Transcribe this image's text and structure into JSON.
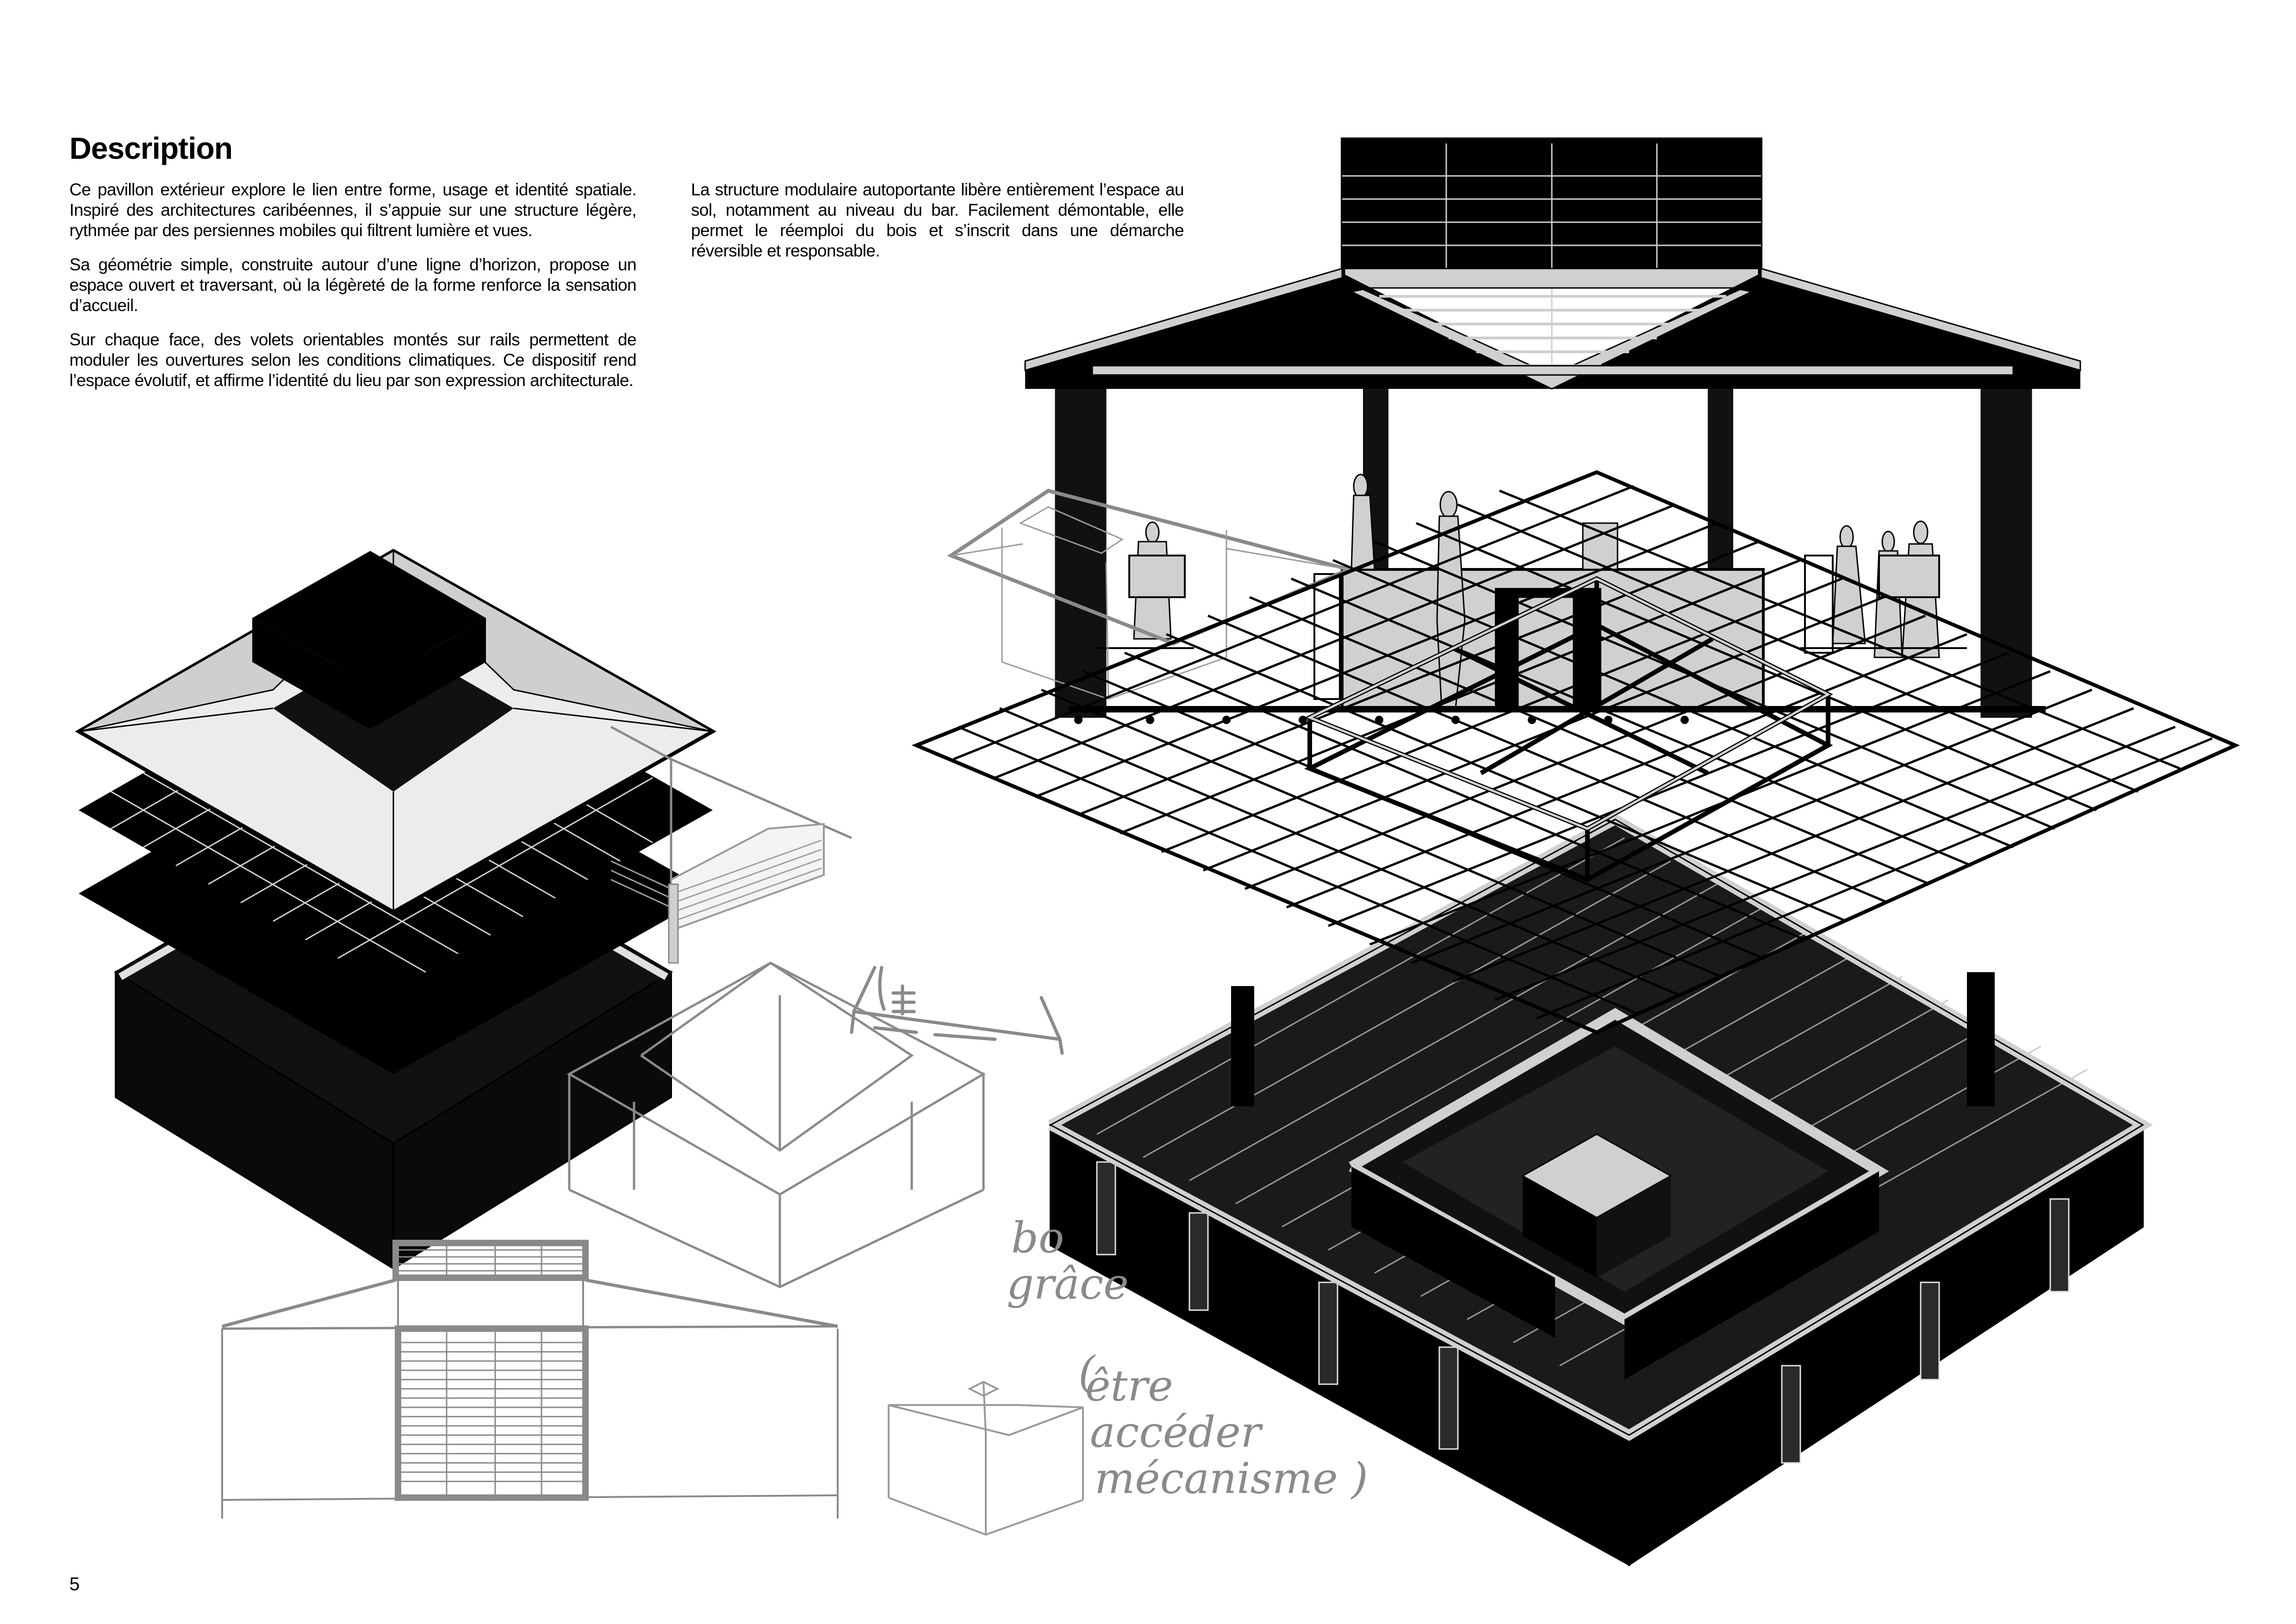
{
  "page": {
    "title": "Description",
    "page_number": "5"
  },
  "text": {
    "column_1": [
      "Ce pavillon extérieur explore le lien entre forme, usage et identité spatiale. Inspiré des architectures caribéennes, il s’appuie sur une structure légère, rythmée par des persiennes mobiles qui filtrent lumière et vues.",
      "Sa géométrie simple, construite autour d’une ligne d’horizon, propose un espace ouvert et traversant, où la légèreté de la forme renforce la sensation d’accueil.",
      "Sur chaque face, des volets orientables montés sur rails permettent de moduler les ouvertures selon les conditions climatiques. Ce dispositif rend l’espace évolutif, et affirme l’identité du lieu par son expression architecturale."
    ],
    "column_2": [
      "La structure modulaire autoportante libère entièrement l’espace au sol, notamment au niveau du bar. Facilement démontable, elle permet le réemploi du bois et s’inscrit dans une démarche réversible et responsable."
    ]
  },
  "drawings": {
    "section_elevation": "pavilion-section-with-bar",
    "exploded_axonometric": "exploded-layers-roof-structure-floor",
    "structure_axonometric": "roof-grid-and-floor-with-bar",
    "sketches": [
      "roof-sketch",
      "pavilion-corner-sketch",
      "hip-roof-box-sketch",
      "front-elevation-sketch",
      "small-box-sketch",
      "arrows-sketch"
    ]
  },
  "annotations": {
    "handwritten": [
      "bo",
      "grâce",
      "(",
      "être",
      "accéder",
      "mécanisme )"
    ]
  },
  "colors": {
    "ink": "#000000",
    "light_fill": "#d0d0d0",
    "pale_fill": "#ececec",
    "sketch_gray": "#8a8a8a"
  }
}
